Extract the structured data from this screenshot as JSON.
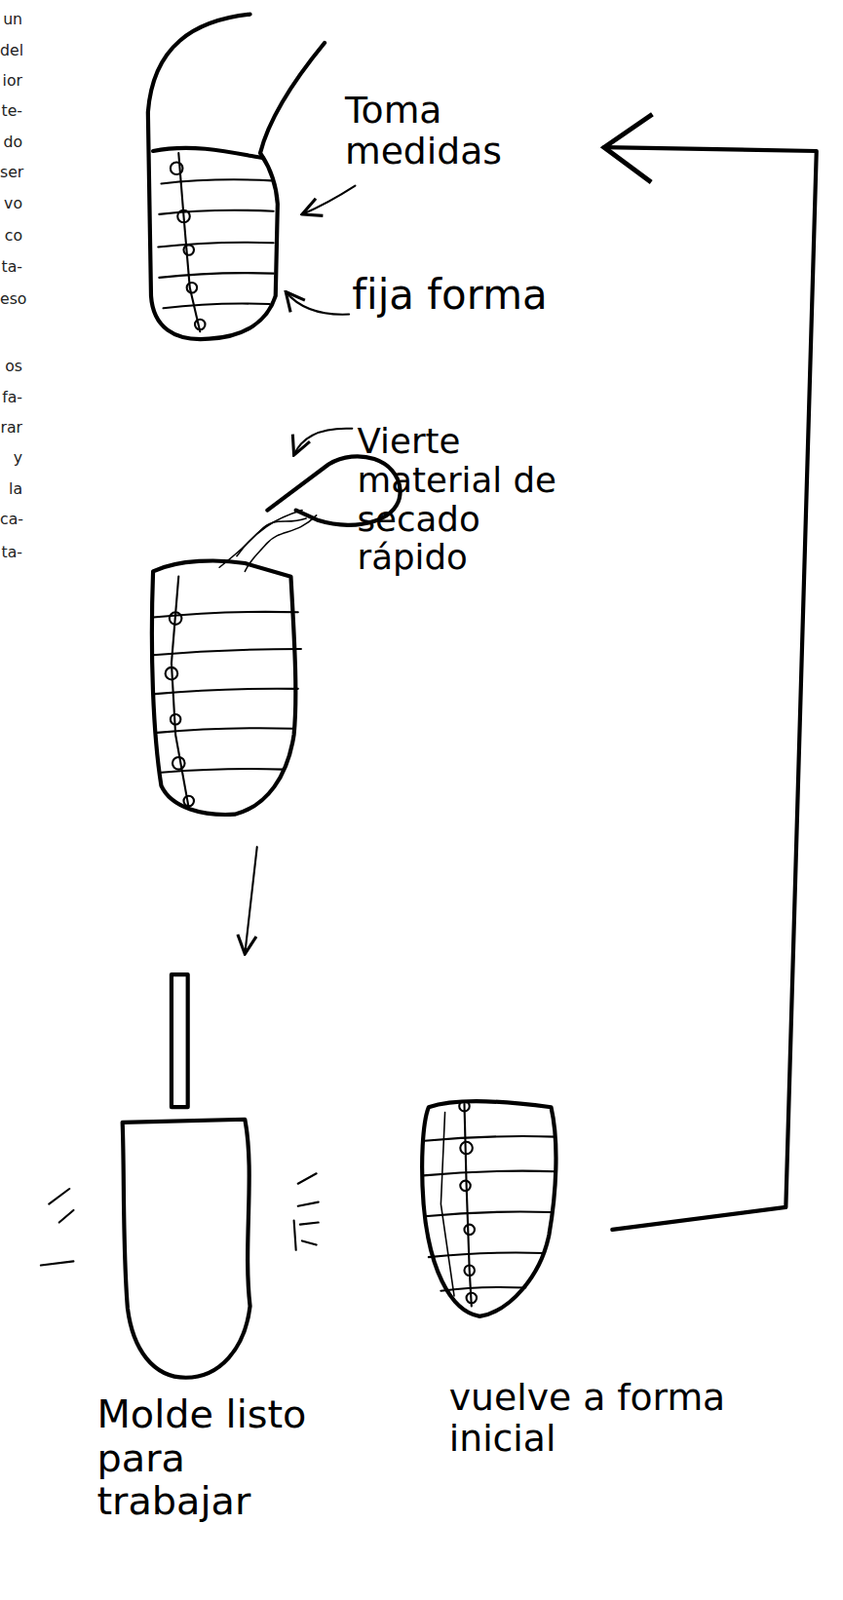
{
  "diagram": {
    "nodes": [
      {
        "text": [
          "Toma medidas",
          "fija forma"
        ]
      },
      {
        "text": [
          "Vierte material de secado rápido"
        ]
      },
      {
        "text": [
          "Molde listo para trabajar"
        ]
      },
      {
        "text": [
          "vuelve a forma inicial"
        ]
      }
    ],
    "edges": [
      {
        "from": 1,
        "to": 2,
        "arrow": "to"
      },
      {
        "from": 3,
        "to": 0,
        "arrow": "to"
      }
    ],
    "labels": [
      "un",
      "del",
      "ior",
      "te-",
      "do",
      "ser",
      "vo",
      "co",
      "ta-",
      "eso",
      "os",
      "fa-",
      "rar",
      "y",
      "la",
      "ca-",
      "ta-"
    ]
  }
}
